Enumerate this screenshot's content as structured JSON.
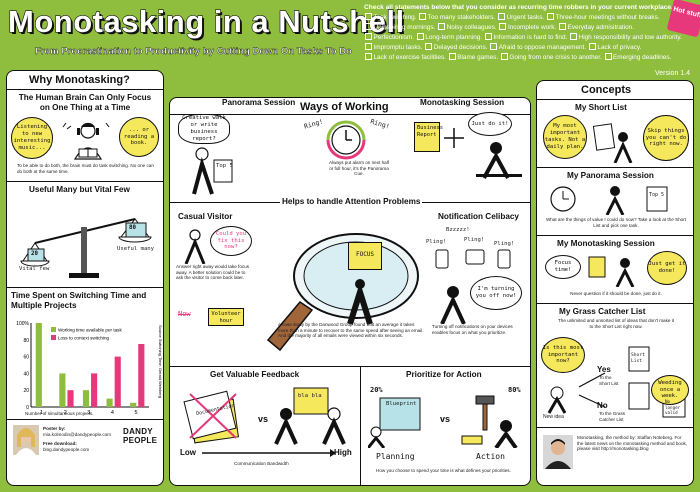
{
  "header": {
    "title": "Monotasking in a Nutshell",
    "subtitle": "From Procrastination to Productivity by Cutting Down On Tasks To Do",
    "checklist_heading": "Check all statements below that you consider as recurring time robbers in your current workplace.",
    "checklist_items": [
      "Task switching.",
      "Too many stakeholders.",
      "Urgent tasks.",
      "Three-hour meetings without breaks.",
      "Uninspiring mornings.",
      "Noisy colleagues.",
      "Incomplete work.",
      "Everyday admisitration.",
      "Perfectionism.",
      "Long-term planning.",
      "Information is hard to find.",
      "High responsibility and low authority.",
      "Impromptu tasks.",
      "Delayed decisions.",
      "Afraid to oppose management.",
      "Lack of privacy.",
      "Lack of exercise facilities.",
      "Blame games.",
      "Going from one crisis to another.",
      "Emerging deadlines."
    ],
    "badge": "Hot stuff",
    "version": "Version 1.4"
  },
  "why": {
    "title": "Why Monotasking?",
    "brain_heading": "The Human Brain Can Only Focus on One Thing at a Time",
    "bubble_left": "Listening to new interesting music...",
    "bubble_right": "... or reading a book.",
    "brain_text": "To be able to do both, the brain must do task switching. No one can do both at the same time.",
    "vital_heading": "Useful Many but Vital Few",
    "weight_left": "20",
    "weight_right": "80",
    "vital_few": "Vital few",
    "useful_many": "Useful many",
    "switch_heading": "Time Spent on Switching Time and Multiple Projects",
    "poster_label": "Poster by:",
    "poster_email": "mia.kolmodin@dandypeople.com",
    "free_label": "Free download:",
    "free_url": "blog.dandypeople.com",
    "brand": "DANDY PEOPLE"
  },
  "chart_data": {
    "type": "bar",
    "title": "Time Spent on Switching Time and Multiple Projects",
    "xlabel": "Number of simultaneous projects.",
    "ylabel": "",
    "categories": [
      "1",
      "2",
      "3",
      "4",
      "5"
    ],
    "series": [
      {
        "name": "Working time available per task",
        "color": "#8fbd3e",
        "values": [
          100,
          40,
          20,
          10,
          5
        ]
      },
      {
        "name": "Loss to context switching",
        "color": "#e6387a",
        "values": [
          0,
          20,
          40,
          60,
          75
        ]
      }
    ],
    "ylim": [
      0,
      100
    ],
    "y_ticks": [
      "100%",
      "80",
      "60",
      "40",
      "20",
      "0"
    ],
    "source": "Source Switching Time: Gerald Weinberg"
  },
  "ways": {
    "title": "Ways of Working",
    "panorama_heading": "Panorama Session",
    "panorama_cloud": "Creative walk or write business report?",
    "panorama_list": "Top 5",
    "ring_left": "Ring!",
    "ring_right": "Ring!",
    "alarm_text": "Always put alarm on next half or full hour, it's the Panorama Cue.",
    "mono_heading": "Monotasking Session",
    "mono_note": "Business Report",
    "mono_bubble": "Just do it!",
    "helps_heading": "Helps to handle Attention Problems",
    "casual_heading": "Casual Visitor",
    "casual_bubble": "Could you fix this now?",
    "casual_text": "Answer right away would take focus away. A better solution could be to ask the visitor to come back later.",
    "now_label": "Now",
    "volunteer": "Volunteer hour",
    "focus_label": "FOCUS",
    "celibacy_heading": "Notification Celibacy",
    "bzz": "Bzzzzz!",
    "pling1": "Pling!",
    "pling2": "Pling!",
    "pling3": "Pling!",
    "turning_bubble": "I'm turning you off now!",
    "celibacy_text": "Turning off notifications on your devices enables focus on what you prioritize.",
    "study_text": "A case study by the Danwood Group found that an average it takes more than a minute to recover to the same speed after seeing an email. And the majority of all emails were viewed within six seconds.",
    "feedback_heading": "Get Valuable Feedback",
    "doc_label": "Documentation",
    "vs1": "vs",
    "chat_label": "bla bla",
    "low": "Low",
    "high": "High",
    "bandwidth": "Communication Bandwidth",
    "prioritize_heading": "Prioritize for Action",
    "pct20": "20%",
    "pct80": "80%",
    "blueprint": "Blueprint",
    "vs2": "vs",
    "planning": "Planning",
    "action": "Action",
    "prioritize_text": "How you choose to spend your time is what defines your priorities."
  },
  "concepts": {
    "title": "Concepts",
    "short_list_heading": "My Short List",
    "short_list_left": "My most important tasks. Not a daily plan.",
    "short_list_right": "Skip things you can't do right now.",
    "panorama_heading": "My Panorama Session",
    "panorama_text": "What are the things of value I could do now? Take a look at the Short List and pick one task.",
    "panorama_list": "Top 5",
    "mono_heading": "My Monotasking Session",
    "mono_left": "Focus time!",
    "mono_right": "Just get it done!",
    "mono_text": "Never question if it should be done, just do it.",
    "catcher_heading": "My Grass Catcher List",
    "catcher_text": "The unlimited and unsorted list of ideas that don't make it to the Short List right now.",
    "catcher_bubble": "Is this most important now?",
    "yes": "Yes",
    "no": "No",
    "new_idea": "New idea",
    "to_short": "To the Short List",
    "to_grass": "To the Grass Catcher List",
    "short_list_note": "Short List",
    "weeding": "Weeding once a week.",
    "no_longer": "No longer valid",
    "method_text": "Monotasking, the method by: Staffan Nöteberg. For the latest news on the monotasking method and book, please visit http://monotasking.blog"
  }
}
